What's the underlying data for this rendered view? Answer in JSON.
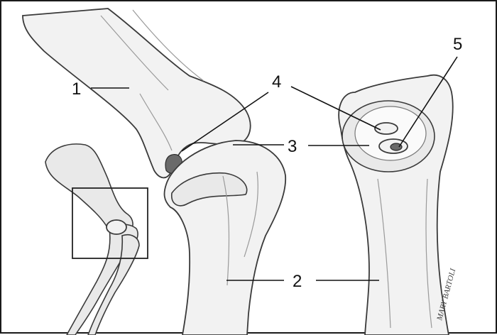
{
  "labels": {
    "l1": "1",
    "l2": "2",
    "l3": "3",
    "l4": "4",
    "l5": "5"
  },
  "signature": "MARY BARTOLI",
  "colors": {
    "border": "#1a1a1a",
    "line": "#111111",
    "bone_fill": "#f2f2f2",
    "bone_edge": "#3a3a3a"
  }
}
